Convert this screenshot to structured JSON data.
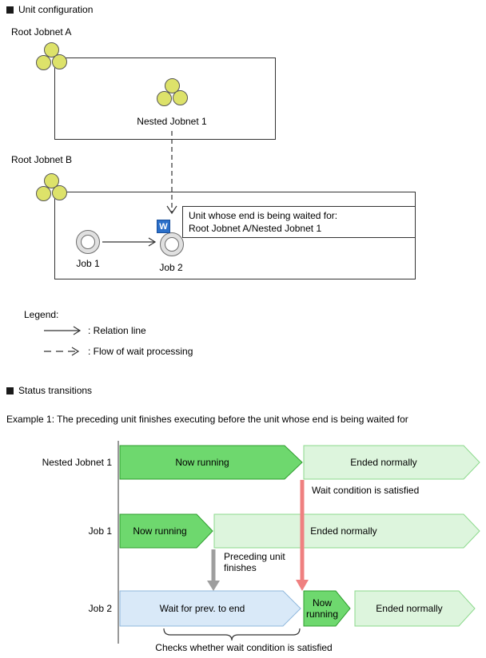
{
  "unit_config": {
    "title": "Unit configuration",
    "root_jobnet_a": "Root Jobnet A",
    "nested_jobnet_1": "Nested Jobnet 1",
    "root_jobnet_b": "Root Jobnet B",
    "callout": {
      "line1": "Unit whose end is being waited for:",
      "line2": "Root Jobnet A/Nested Jobnet 1"
    },
    "job1_label": "Job 1",
    "job2_label": "Job 2",
    "wait_badge": "W"
  },
  "legend": {
    "title": "Legend:",
    "relation_line": ": Relation line",
    "wait_flow": ": Flow of wait processing"
  },
  "status_transitions": {
    "title": "Status transitions",
    "example_caption": "Example 1: The preceding unit finishes executing before the unit whose end is being waited for",
    "rows": [
      {
        "label": "Nested Jobnet 1",
        "segments": [
          "Now running",
          "Ended normally"
        ]
      },
      {
        "label": "Job 1",
        "segments": [
          "Now running",
          "Ended normally"
        ]
      },
      {
        "label": "Job 2",
        "segments": [
          "Wait for prev. to end",
          "Now running",
          "Ended normally"
        ]
      }
    ],
    "annotations": {
      "wait_satisfied": "Wait condition is satisfied",
      "preceding_finishes": "Preceding unit finishes",
      "brace_caption": "Checks whether wait condition is satisfied"
    }
  },
  "colors": {
    "running_fill": "#6ed86e",
    "running_stroke": "#2f9e2f",
    "ended_fill": "#ddf5dd",
    "ended_stroke": "#8cd98c",
    "wait_fill": "#d9e9f8",
    "wait_stroke": "#8fb8dd",
    "red_arrow": "#ef8080",
    "gray_arrow": "#9e9e9e",
    "jobnet_icon_fill": "#dde26a",
    "wait_badge_bg": "#2a6fc9"
  }
}
